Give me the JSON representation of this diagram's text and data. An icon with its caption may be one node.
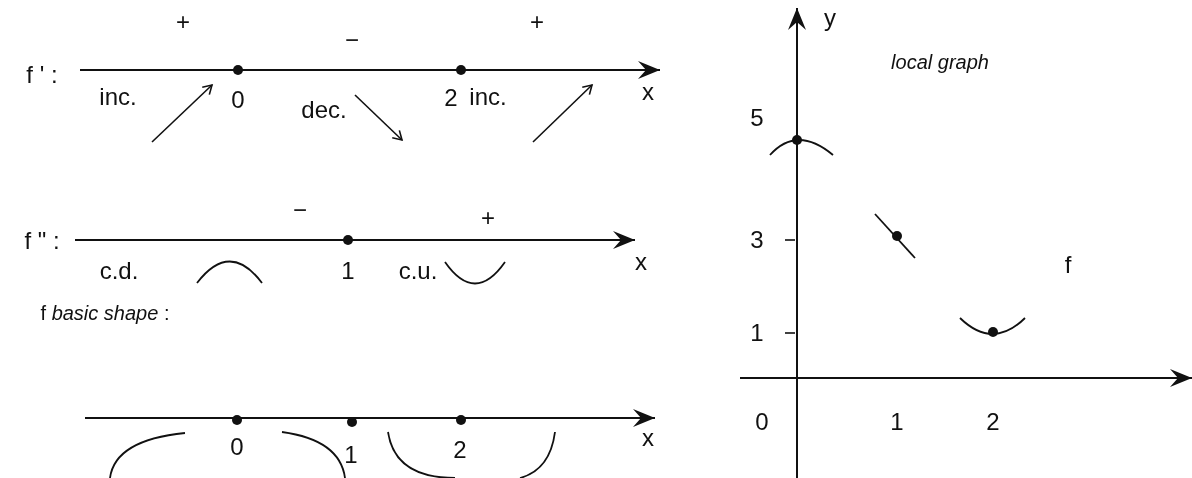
{
  "diagram": {
    "labels": [
      "+",
      "−",
      "+",
      "f ' :",
      "x",
      "inc.",
      "0",
      "dec.",
      "2",
      "inc.",
      "−",
      "+",
      "f \" :",
      "x",
      "c.d.",
      "1",
      "c.u.",
      "f *basic shape* :",
      "x",
      "0",
      "1",
      "2",
      "y",
      "local graph",
      "5",
      "3",
      "f",
      "1",
      "0",
      "1",
      "2"
    ]
  }
}
